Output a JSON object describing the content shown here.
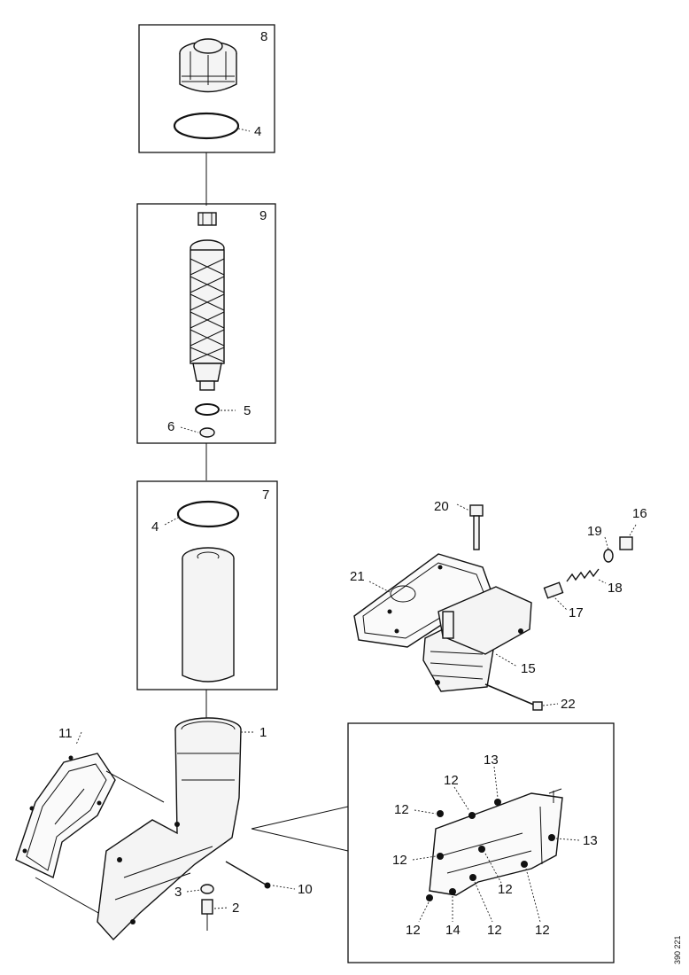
{
  "callouts": {
    "c8": "8",
    "c4a": "4",
    "c9": "9",
    "c5": "5",
    "c6": "6",
    "c7": "7",
    "c4b": "4",
    "c20": "20",
    "c19": "19",
    "c16": "16",
    "c21": "21",
    "c18": "18",
    "c17": "17",
    "c15": "15",
    "c22": "22",
    "c11": "11",
    "c1": "1",
    "c3": "3",
    "c2": "2",
    "c10": "10",
    "d13a": "13",
    "d12a": "12",
    "d12b": "12",
    "d13b": "13",
    "d12c": "12",
    "d12d": "12",
    "d12e": "12",
    "d14": "14",
    "d12f": "12",
    "d12g": "12"
  },
  "figure_id": "390 221"
}
